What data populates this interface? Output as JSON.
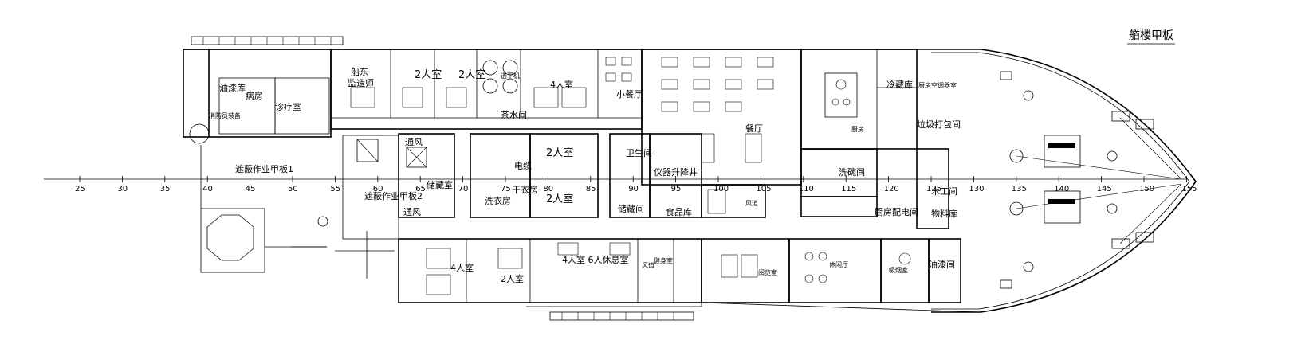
{
  "title": "艏楼甲板",
  "rooms": {
    "paint_store_aft": "油漆库",
    "fire_equip": "消防员装备",
    "ward": "病房",
    "clinic": "诊疗室",
    "owner_room": "船东",
    "supervisor_room": "监造师",
    "room_2p_a": "2人室",
    "room_2p_b": "2人室",
    "turbine": "透平机",
    "tea_room": "茶水间",
    "room_4p_top": "4人室",
    "small_mess": "小餐厅",
    "mess_hall": "餐厅",
    "cold_store": "冷藏库",
    "galley": "厨房",
    "galley_ac": "厨房空调器室",
    "garbage": "垃圾打包间",
    "vent_a": "通风",
    "vent_b": "通风",
    "storage": "储藏室",
    "electric": "电缆",
    "room_2p_c": "2人室",
    "room_2p_d": "2人室",
    "laundry": "洗衣房",
    "drying": "干衣房",
    "toilet": "卫生间",
    "store_room": "储藏间",
    "instrument_shaft": "仪器升降井",
    "food_store": "食品库",
    "duct_a": "风道",
    "dishwash": "洗碗间",
    "galley_dist": "厨房配电间",
    "carpenter": "木工间",
    "material_store": "物料库",
    "room_4p_bottom": "4人室",
    "room_2p_e": "2人室",
    "rest_room": "4人室 6人休息室",
    "gym": "健身室",
    "reading_room": "阅览室",
    "lounge": "休闲厅",
    "smoking": "吸烟室",
    "paint_store_fwd": "油漆间",
    "duct_b": "风道"
  },
  "decks": {
    "work_deck_1": "遮蔽作业甲板1",
    "work_deck_2": "遮蔽作业甲板2"
  },
  "frames": [
    "25",
    "30",
    "35",
    "40",
    "45",
    "50",
    "55",
    "60",
    "65",
    "70",
    "75",
    "80",
    "85",
    "90",
    "95",
    "100",
    "105",
    "110",
    "115",
    "120",
    "125",
    "130",
    "135",
    "140",
    "145",
    "150",
    "155"
  ]
}
